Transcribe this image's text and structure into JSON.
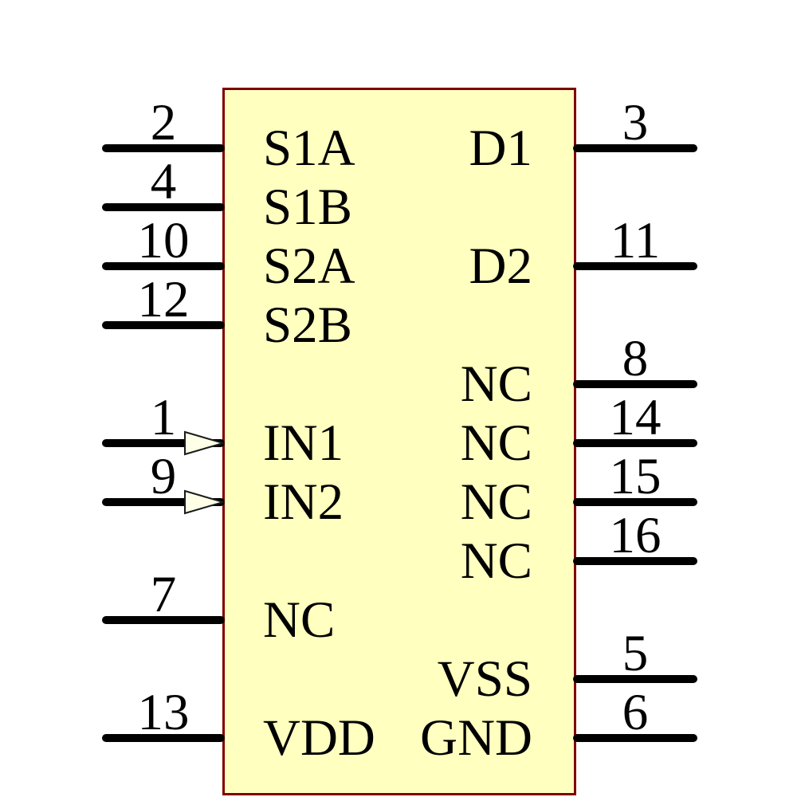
{
  "diagram": {
    "type": "ic-schematic-symbol",
    "body_fill": "#FFFFC0",
    "body_stroke": "#800000",
    "pin_line_color": "#000000",
    "text_color": "#000000",
    "input_arrow_fill": "#FFFFE8",
    "left_pins": [
      {
        "number": "2",
        "label": "S1A",
        "row": 0,
        "input_arrow": false
      },
      {
        "number": "4",
        "label": "S1B",
        "row": 1,
        "input_arrow": false
      },
      {
        "number": "10",
        "label": "S2A",
        "row": 2,
        "input_arrow": false
      },
      {
        "number": "12",
        "label": "S2B",
        "row": 3,
        "input_arrow": false
      },
      {
        "number": "1",
        "label": "IN1",
        "row": 5,
        "input_arrow": true
      },
      {
        "number": "9",
        "label": "IN2",
        "row": 6,
        "input_arrow": true
      },
      {
        "number": "7",
        "label": "NC",
        "row": 8,
        "input_arrow": false
      },
      {
        "number": "13",
        "label": "VDD",
        "row": 10,
        "input_arrow": false
      }
    ],
    "right_pins": [
      {
        "number": "3",
        "label": "D1",
        "row": 0,
        "input_arrow": false
      },
      {
        "number": "11",
        "label": "D2",
        "row": 2,
        "input_arrow": false
      },
      {
        "number": "8",
        "label": "NC",
        "row": 4,
        "input_arrow": false
      },
      {
        "number": "14",
        "label": "NC",
        "row": 5,
        "input_arrow": false
      },
      {
        "number": "15",
        "label": "NC",
        "row": 6,
        "input_arrow": false
      },
      {
        "number": "16",
        "label": "NC",
        "row": 7,
        "input_arrow": false
      },
      {
        "number": "5",
        "label": "VSS",
        "row": 9,
        "input_arrow": false
      },
      {
        "number": "6",
        "label": "GND",
        "row": 10,
        "input_arrow": false
      }
    ]
  }
}
